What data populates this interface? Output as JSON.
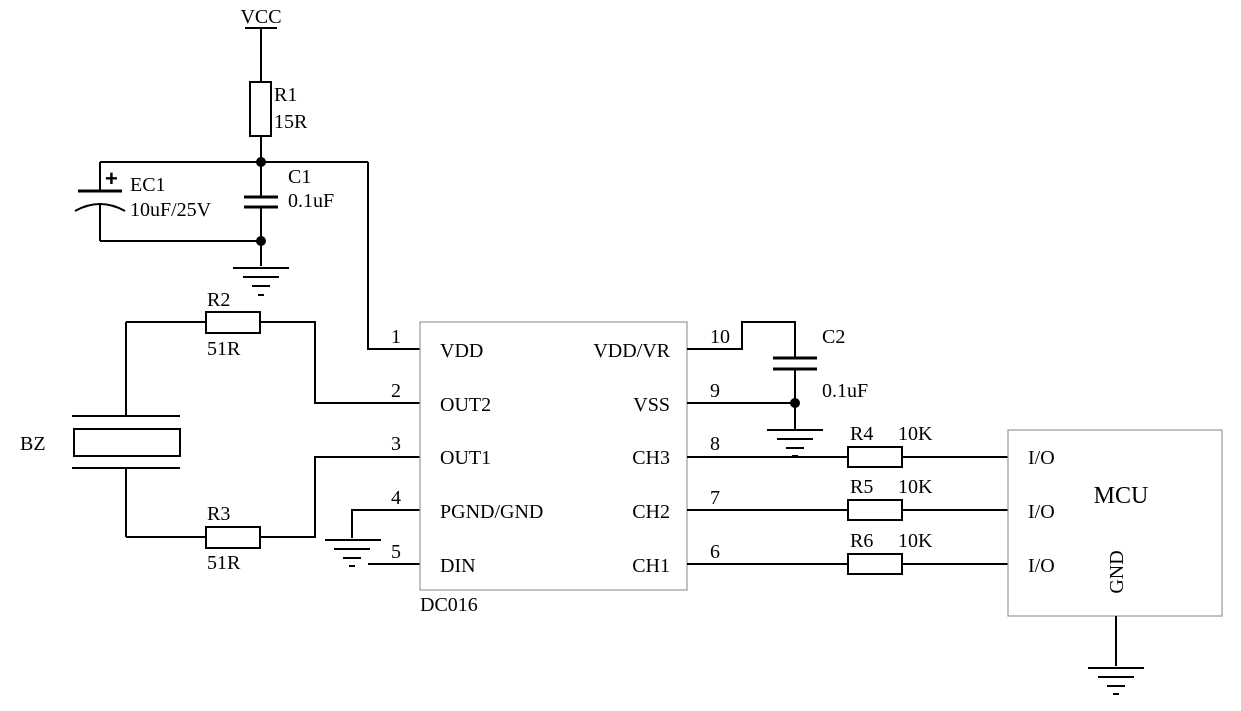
{
  "colors": {
    "line": "#000000",
    "chip_border": "#9a9a9a",
    "background": "#ffffff"
  },
  "power": {
    "vcc": "VCC"
  },
  "components": {
    "r1": {
      "ref": "R1",
      "value": "15R"
    },
    "ec1": {
      "ref": "EC1",
      "value": "10uF/25V",
      "polarity": "+"
    },
    "c1": {
      "ref": "C1",
      "value": "0.1uF"
    },
    "c2": {
      "ref": "C2",
      "value": "0.1uF"
    },
    "r2": {
      "ref": "R2",
      "value": "51R"
    },
    "r3": {
      "ref": "R3",
      "value": "51R"
    },
    "bz": {
      "ref": "BZ"
    },
    "r4": {
      "ref": "R4",
      "value": "10K"
    },
    "r5": {
      "ref": "R5",
      "value": "10K"
    },
    "r6": {
      "ref": "R6",
      "value": "10K"
    }
  },
  "ic": {
    "name": "DC016",
    "left_pins": [
      {
        "num": "1",
        "name": "VDD"
      },
      {
        "num": "2",
        "name": "OUT2"
      },
      {
        "num": "3",
        "name": "OUT1"
      },
      {
        "num": "4",
        "name": "PGND/GND"
      },
      {
        "num": "5",
        "name": "DIN"
      }
    ],
    "right_pins": [
      {
        "num": "10",
        "name": "VDD/VR"
      },
      {
        "num": "9",
        "name": "VSS"
      },
      {
        "num": "8",
        "name": "CH3"
      },
      {
        "num": "7",
        "name": "CH2"
      },
      {
        "num": "6",
        "name": "CH1"
      }
    ]
  },
  "mcu": {
    "name": "MCU",
    "pins": [
      "I/O",
      "I/O",
      "I/O"
    ],
    "gnd": "GND"
  }
}
